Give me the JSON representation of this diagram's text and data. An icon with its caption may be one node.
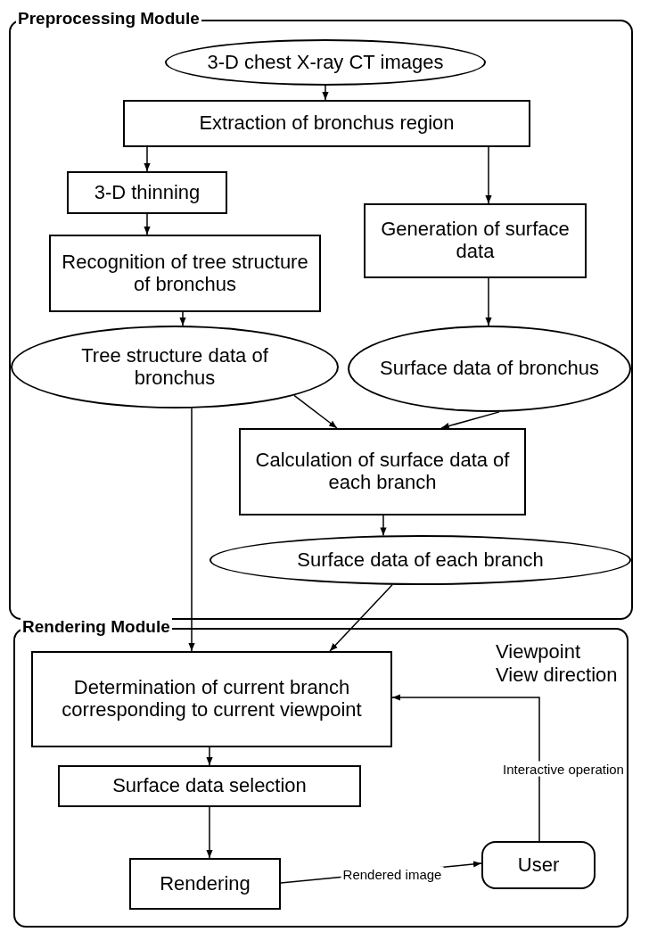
{
  "diagram": {
    "nodes": [
      {
        "text": [
          "Preprocessing Module"
        ]
      },
      {
        "text": [
          "3-D chest X-ray CT images"
        ],
        "in": 0
      },
      {
        "text": [
          "Extraction of bronchus region"
        ],
        "in": 0
      },
      {
        "text": [
          "3-D thinning"
        ],
        "in": 0
      },
      {
        "text": [
          "Generation of surface data"
        ],
        "in": 0
      },
      {
        "text": [
          "Recognition of tree structure of bronchus"
        ],
        "in": 0
      },
      {
        "text": [
          "Tree structure data of bronchus"
        ],
        "in": 0
      },
      {
        "text": [
          "Surface data of bronchus"
        ],
        "in": 0
      },
      {
        "text": [
          "Calculation of surface data of each branch"
        ],
        "in": 0
      },
      {
        "text": [
          "Surface data of each branch"
        ],
        "in": 0
      },
      {
        "text": [
          "Rendering Module"
        ]
      },
      {
        "text": [
          "Determination of current branch corresponding to current viewpoint"
        ],
        "in": 10
      },
      {
        "text": [
          "Surface data selection"
        ],
        "in": 10
      },
      {
        "text": [
          "Rendering"
        ],
        "in": 10
      },
      {
        "text": [
          "User"
        ],
        "in": 10
      }
    ],
    "edges": [
      {
        "from": 1,
        "to": 2,
        "arrow": "to"
      },
      {
        "from": 2,
        "to": 3,
        "arrow": "to"
      },
      {
        "from": 2,
        "to": 4,
        "arrow": "to"
      },
      {
        "from": 3,
        "to": 5,
        "arrow": "to"
      },
      {
        "from": 5,
        "to": 6,
        "arrow": "to"
      },
      {
        "from": 4,
        "to": 7,
        "arrow": "to"
      },
      {
        "from": 6,
        "to": 8,
        "arrow": "to"
      },
      {
        "from": 7,
        "to": 8,
        "arrow": "to"
      },
      {
        "from": 8,
        "to": 9,
        "arrow": "to"
      },
      {
        "from": 6,
        "to": 11,
        "arrow": "to"
      },
      {
        "from": 9,
        "to": 11,
        "arrow": "to"
      },
      {
        "from": 11,
        "to": 12,
        "arrow": "to"
      },
      {
        "from": 12,
        "to": 13,
        "arrow": "to"
      },
      {
        "from": 13,
        "to": 14,
        "label": "Rendered image",
        "arrow": "to"
      },
      {
        "from": 14,
        "to": 11,
        "label": "Interactive operation",
        "arrow": "to"
      }
    ],
    "labels": [
      "Viewpoint",
      "View direction"
    ]
  }
}
